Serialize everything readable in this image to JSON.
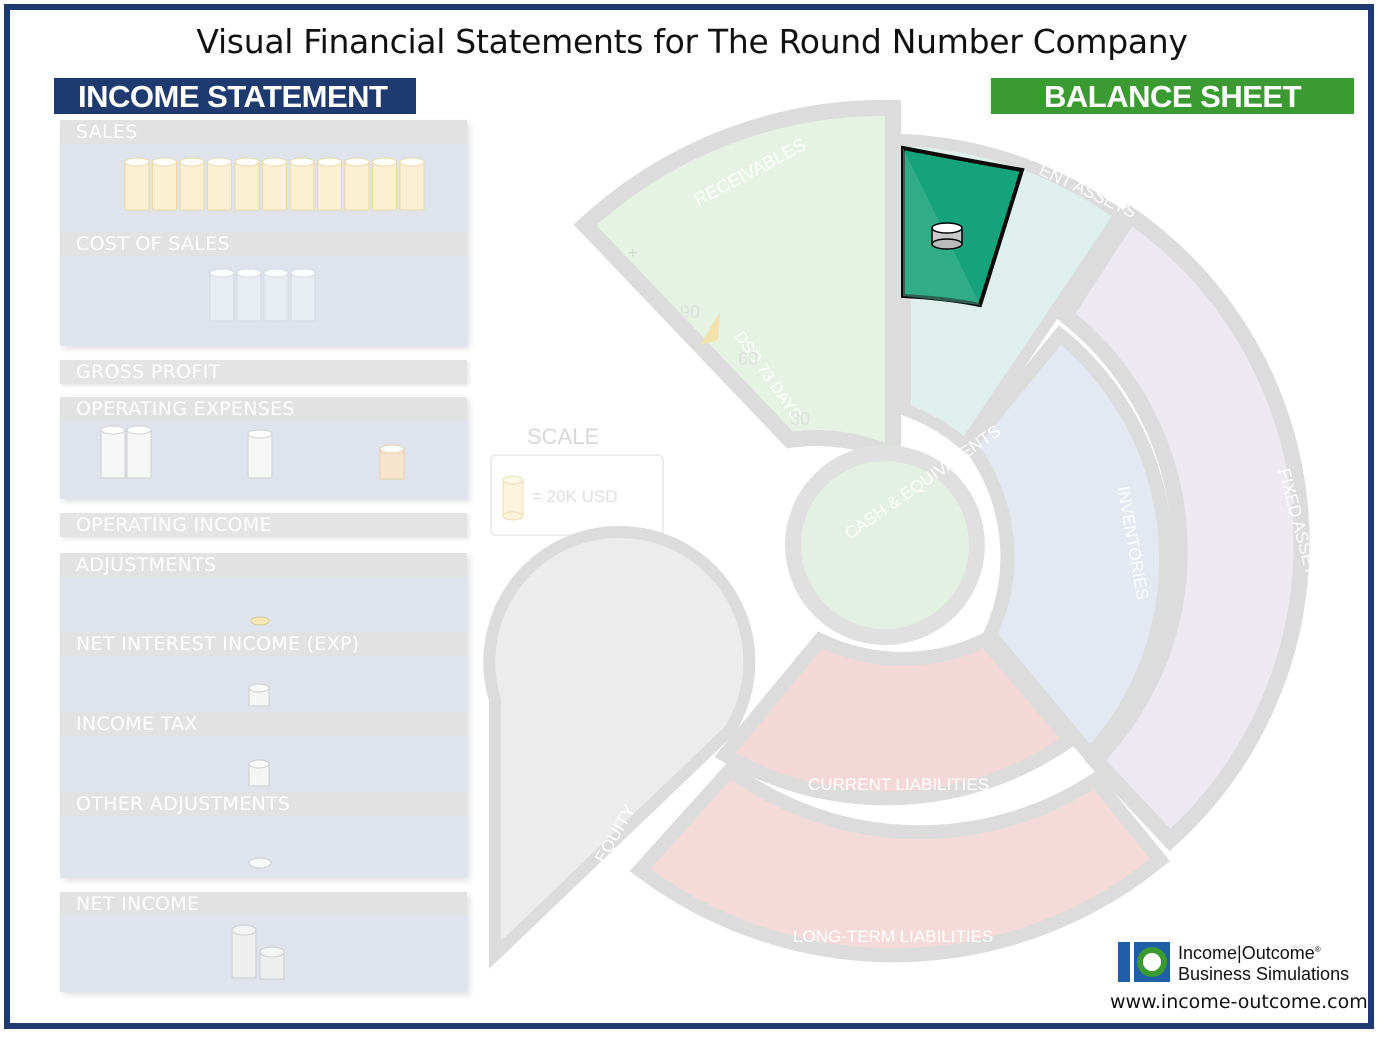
{
  "title": "Visual Financial Statements for The Round Number Company",
  "income_statement": {
    "header": "INCOME STATEMENT",
    "sections": {
      "sales": "SALES",
      "cost_of_sales": "COST OF SALES",
      "gross_profit": "GROSS PROFIT",
      "operating_expenses": "OPERATING EXPENSES",
      "operating_income": "OPERATING INCOME",
      "adjustments": "ADJUSTMENTS",
      "net_interest": "NET INTEREST INCOME (EXP)",
      "income_tax": "INCOME TAX",
      "other_adjustments": "OTHER ADJUSTMENTS",
      "net_income": "NET INCOME"
    }
  },
  "balance_sheet": {
    "header": "BALANCE SHEET",
    "segments": {
      "receivables": "RECEIVABLES",
      "current_assets": "ENT ASSETS",
      "cash": "CASH & EQUIVALENTS",
      "inventories": "INVENTORIES",
      "fixed_assets": "FIXED ASSETS",
      "current_liabilities": "CURRENT LIABILITIES",
      "long_term_liabilities": "LONG-TERM LIABILITIES",
      "equity": "EQUITY"
    },
    "dso": {
      "label": "DSO 73 DAYS",
      "ticks": [
        "90",
        "60",
        "30"
      ],
      "plus": "+"
    }
  },
  "scale": {
    "title": "SCALE",
    "value": "= 20K USD"
  },
  "brand": {
    "line1": "Income|Outcome",
    "reg": "®",
    "line2": "Business Simulations",
    "url": "www.income-outcome.com"
  }
}
